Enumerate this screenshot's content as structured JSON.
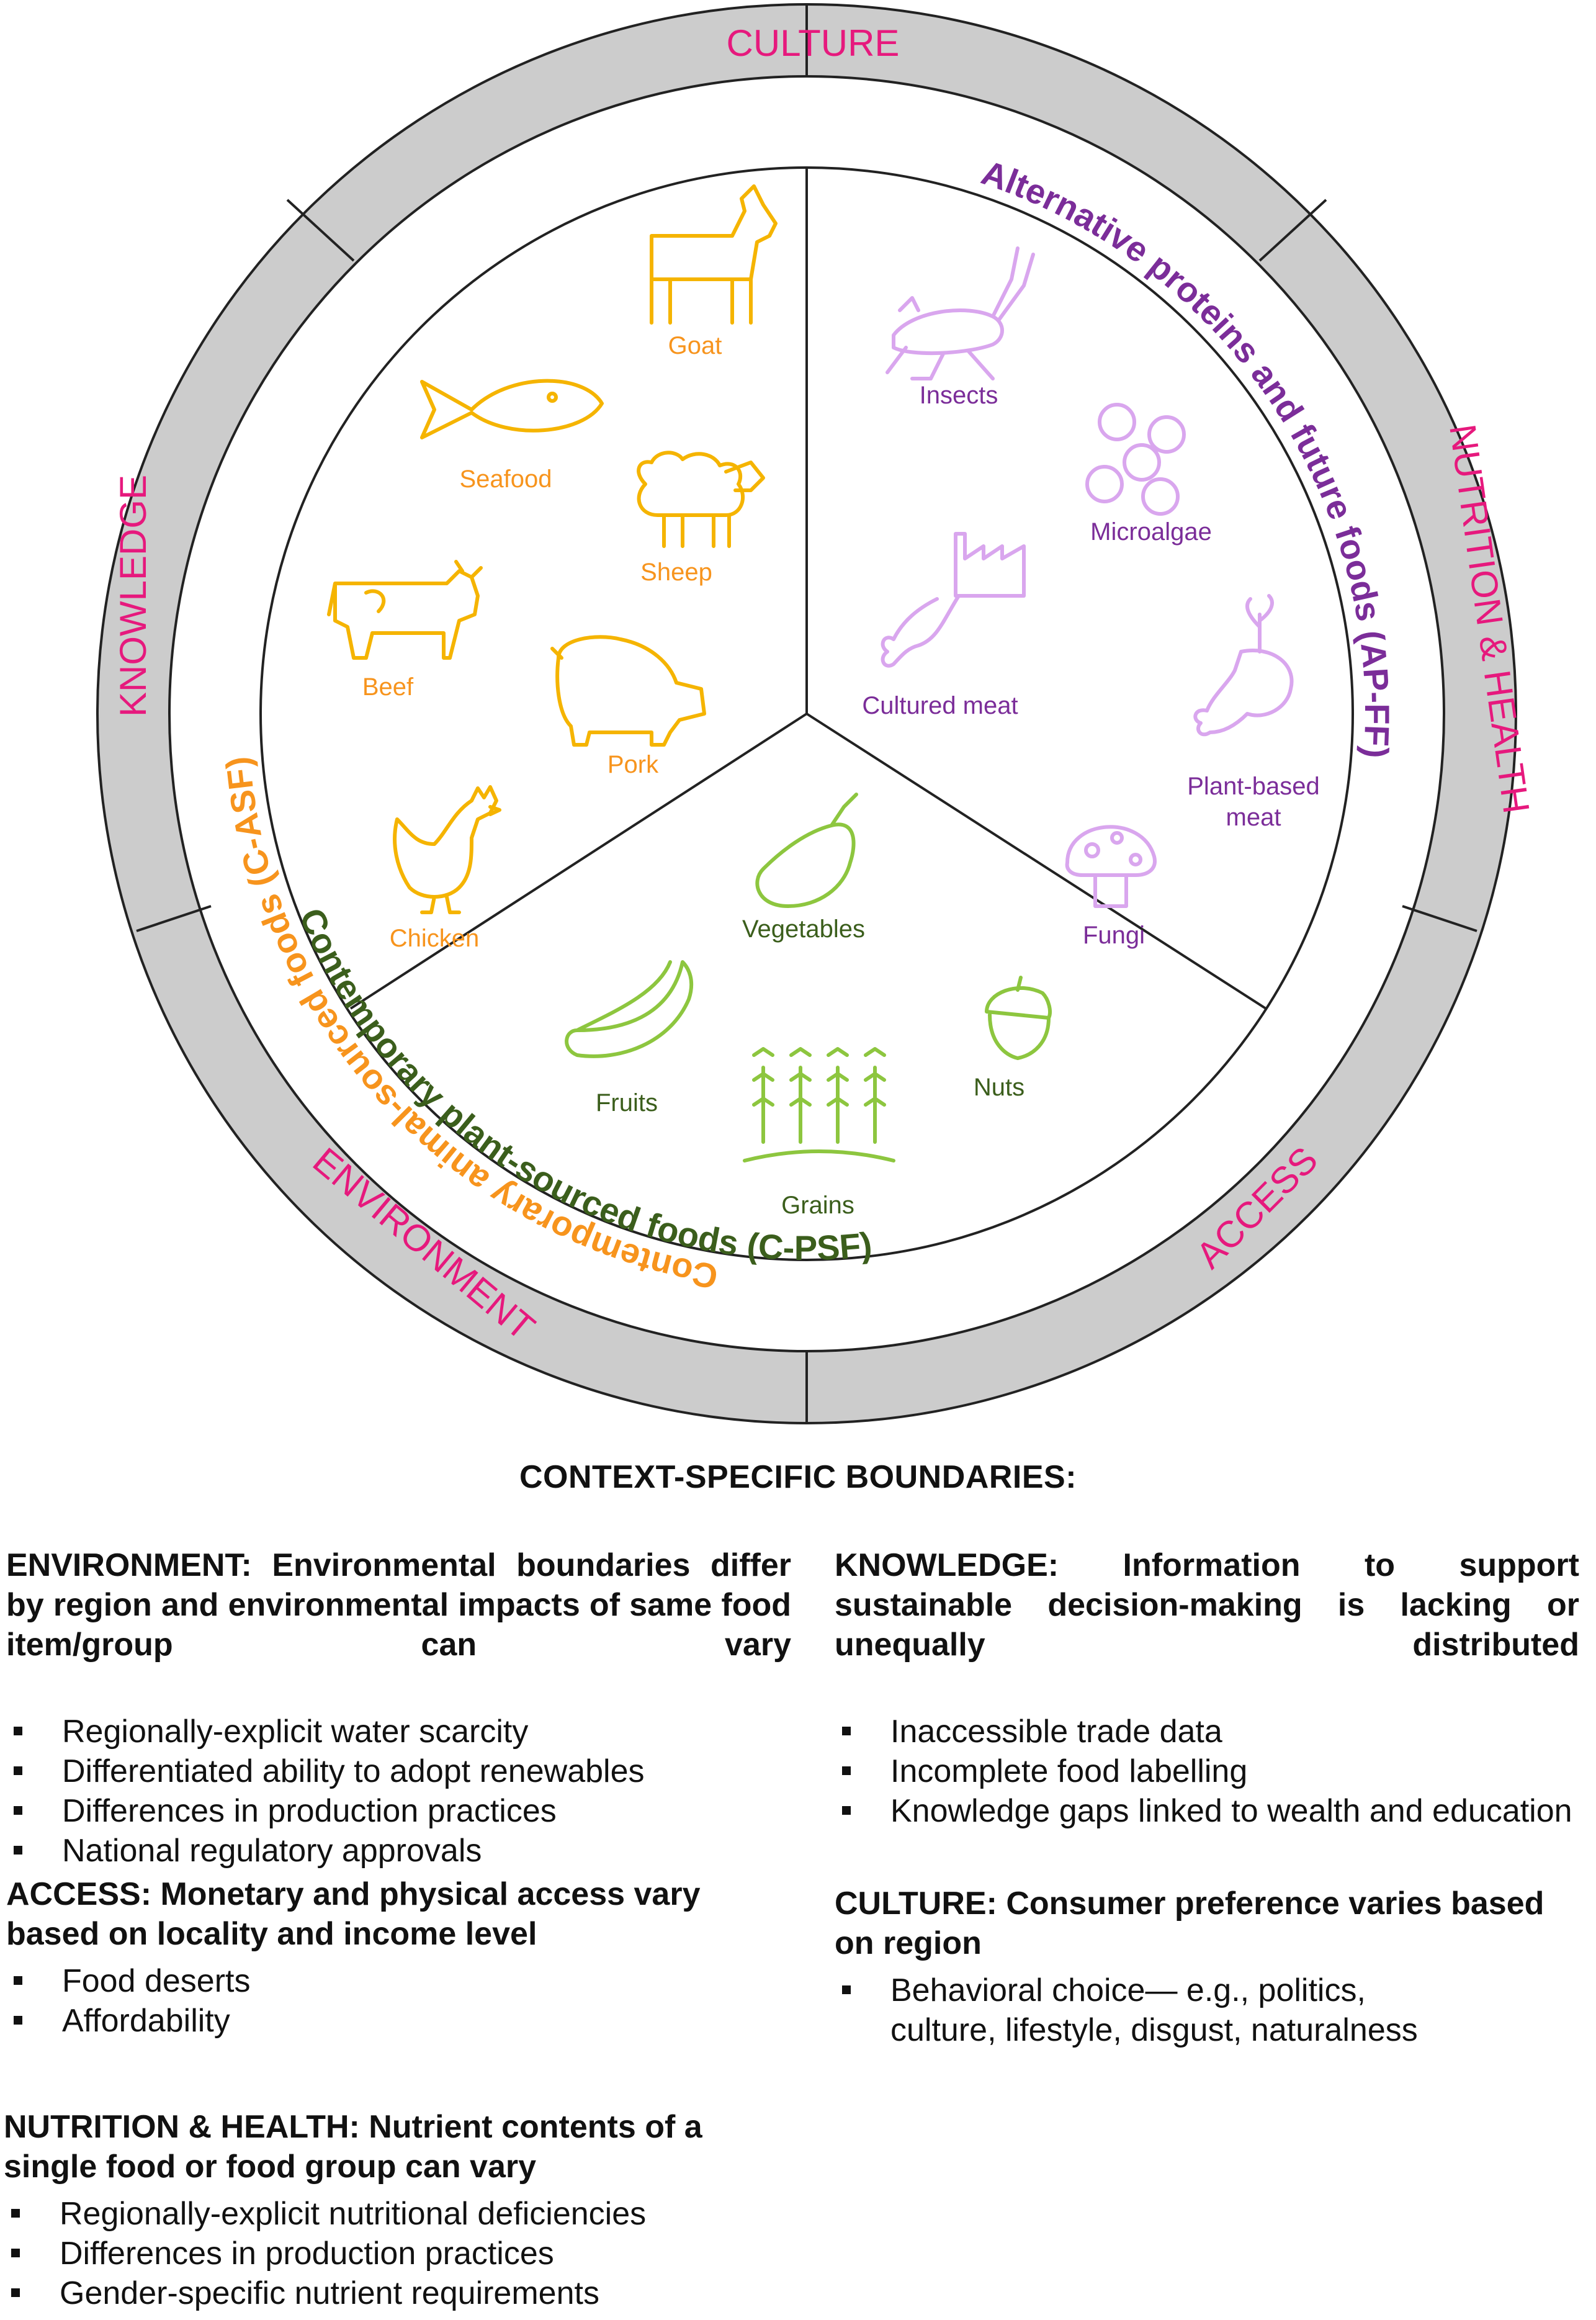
{
  "ring": {
    "top": "CULTURE",
    "right": "NUTRITION & HEALTH",
    "bottom_right": "ACCESS",
    "bottom_left": "ENVIRONMENT",
    "left": "KNOWLEDGE"
  },
  "categories": {
    "animal": {
      "label": "Contemporary animal-sourced foods (C-ASF)",
      "color": "#f7941d"
    },
    "alternative": {
      "label": "Alternative proteins and future foods (AP-FF)",
      "color": "#7b2d99"
    },
    "plant": {
      "label": "Contemporary plant-sourced foods (C-PSF)",
      "color": "#3b5e1c"
    }
  },
  "items": {
    "goat": "Goat",
    "seafood": "Seafood",
    "sheep": "Sheep",
    "beef": "Beef",
    "pork": "Pork",
    "chicken": "Chicken",
    "insects": "Insects",
    "microalgae": "Microalgae",
    "cultured_meat": "Cultured meat",
    "plant_based_meat_1": "Plant-based",
    "plant_based_meat_2": "meat",
    "fungi": "Fungi",
    "vegetables": "Vegetables",
    "fruits": "Fruits",
    "nuts": "Nuts",
    "grains": "Grains"
  },
  "colors": {
    "animal_icon": "#f5b400",
    "animal_text": "#f7941d",
    "alt_icon": "#d9a6ee",
    "alt_text": "#7b2d99",
    "plant_icon": "#8dc63f",
    "plant_text": "#3b5e1c",
    "ring_fill": "#cccccc",
    "ring_text": "#e6197d"
  },
  "boundaries": {
    "heading": "CONTEXT-SPECIFIC BOUNDARIES:",
    "environment": {
      "title": "ENVIRONMENT: Environmental boundaries differ by region and environmental impacts of same food item/group can vary",
      "bullets": [
        "Regionally-explicit water scarcity",
        "Differentiated ability to adopt renewables",
        "Differences in production practices",
        "National regulatory approvals"
      ]
    },
    "access": {
      "title": "ACCESS: Monetary and physical access vary based on locality and income level",
      "bullets": [
        "Food deserts",
        "Affordability"
      ]
    },
    "nutrition": {
      "title": "NUTRITION & HEALTH: Nutrient contents of a single food or food group can vary",
      "bullets": [
        "Regionally-explicit nutritional deficiencies",
        "Differences in production practices",
        "Gender-specific nutrient requirements"
      ]
    },
    "knowledge": {
      "title": "KNOWLEDGE: Information to support sustainable decision-making is lacking or unequally distributed",
      "bullets": [
        "Inaccessible trade data",
        "Incomplete food labelling",
        "Knowledge gaps linked to wealth and education"
      ]
    },
    "culture": {
      "title": "CULTURE: Consumer preference varies based on region",
      "bullets": [
        "Behavioral choice— e.g., politics, culture, lifestyle, disgust, naturalness"
      ]
    }
  }
}
